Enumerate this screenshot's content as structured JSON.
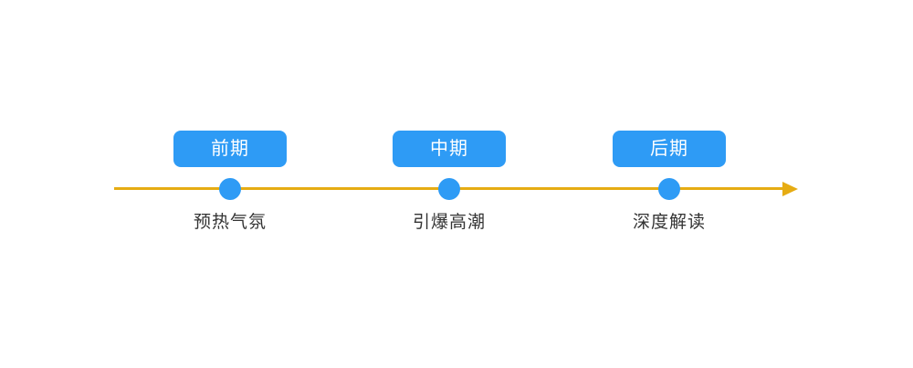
{
  "diagram": {
    "type": "timeline",
    "colors": {
      "badge_blue": "#2e9bf5",
      "dot_blue": "#2e9bf5",
      "axis_gold": "#e6ac13",
      "label_text": "#333333",
      "badge_text": "#ffffff",
      "background": "#ffffff"
    },
    "axis": {
      "direction": "left-to-right",
      "has_arrowhead": true
    },
    "stages": [
      {
        "badge": "前期",
        "label": "预热气氛"
      },
      {
        "badge": "中期",
        "label": "引爆高潮"
      },
      {
        "badge": "后期",
        "label": "深度解读"
      }
    ]
  }
}
